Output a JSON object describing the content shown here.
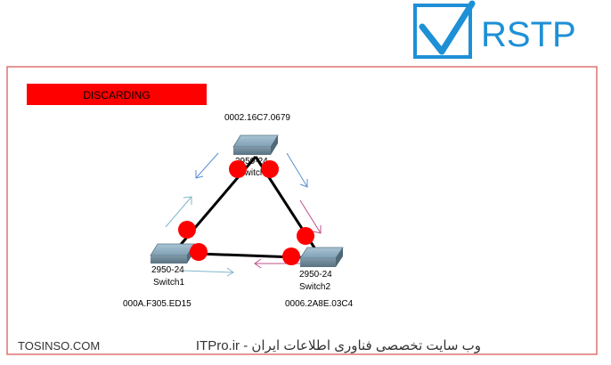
{
  "logo": {
    "text": "RSTP",
    "check_icon": "checkmark-box-icon",
    "color": "#1e90d6"
  },
  "state_banner": {
    "text": "DISCARDING",
    "color": "#ff0000"
  },
  "switches": [
    {
      "id": "root",
      "model": "2950-24",
      "name": "Switch0",
      "mac": "0002.16C7.0679"
    },
    {
      "id": "left",
      "model": "2950-24",
      "name": "Switch1",
      "mac": "000A.F305.ED15"
    },
    {
      "id": "right",
      "model": "2950-24",
      "name": "Switch2",
      "mac": "0006.2A8E.03C4"
    }
  ],
  "port_indicator_color": "#ff0000",
  "frame_border_color": "#e07070",
  "footer": {
    "left_text": "TOSINSO.COM",
    "right_text": "ITPro.ir - وب سایت تخصصی فناوری اطلاعات ایران"
  }
}
